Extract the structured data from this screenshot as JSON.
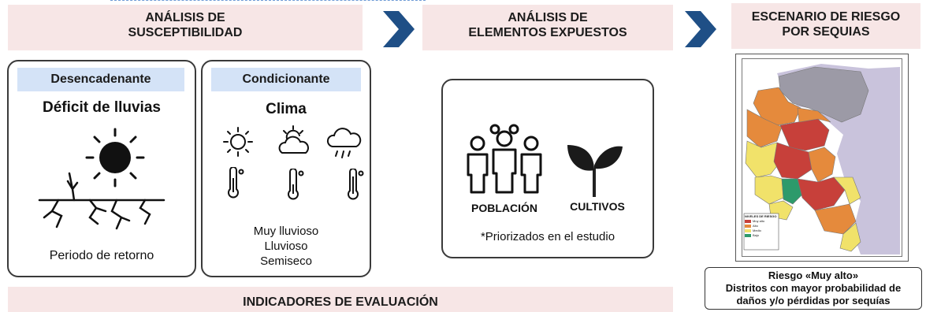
{
  "headers": {
    "susceptibility": "ANÁLISIS DE\nSUSCEPTIBILIDAD",
    "exposed": "ANÁLISIS DE\nELEMENTOS EXPUESTOS",
    "scenario": "ESCENARIO DE RIESGO\nPOR SEQUIAS"
  },
  "trigger": {
    "pill": "Desencadenante",
    "title": "Déficit de lluvias",
    "caption": "Periodo de retorno"
  },
  "conditioning": {
    "pill": "Condicionante",
    "title": "Clima",
    "options": [
      "Muy lluvioso",
      "Lluvioso",
      "Semiseco"
    ]
  },
  "exposed_card": {
    "population": "POBLACIÓN",
    "crops": "CULTIVOS",
    "note": "*Priorizados en el estudio"
  },
  "map": {
    "legend_title": "NIVELES DE RIESGO",
    "legend": [
      "Muy alto",
      "Alto",
      "Medio",
      "Bajo"
    ],
    "colors": {
      "muy_alto": "#c7403a",
      "alto": "#e58a3c",
      "medio": "#f1e26a",
      "bajo": "#2d9a6b",
      "water": "#c9c3dc",
      "neutral": "#9c9aa6"
    }
  },
  "risk_caption": "Riesgo «Muy alto»\nDistritos con mayor probabilidad de\ndaños y/o pérdidas por sequías",
  "footer": "INDICADORES DE EVALUACIÓN"
}
